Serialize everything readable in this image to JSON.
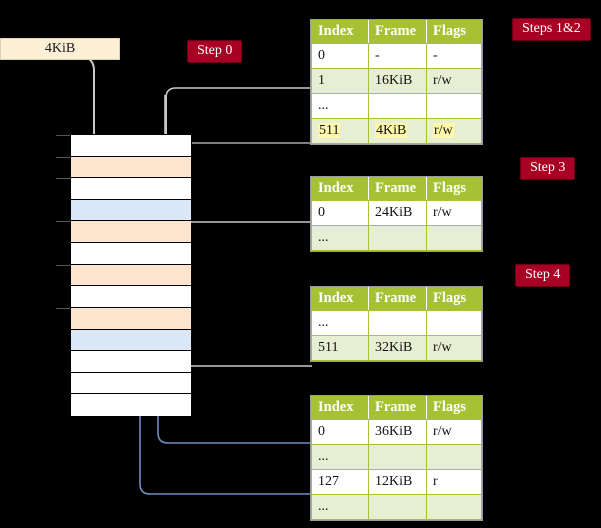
{
  "diagram": {
    "title_context": "Multi-level page table translation walkthrough",
    "source_box": {
      "label": "4KiB"
    },
    "step_badges": [
      {
        "name": "step-0",
        "label": "Step 0"
      },
      {
        "name": "steps-1-2",
        "label": "Steps 1&2"
      },
      {
        "name": "step-3",
        "label": "Step 3"
      },
      {
        "name": "step-4",
        "label": "Step 4"
      }
    ],
    "memory_column": {
      "name": "physical-memory-column",
      "rows": [
        {
          "fill": "#ffffff",
          "tick": true
        },
        {
          "fill": "#fce4ce",
          "tick": true
        },
        {
          "fill": "#ffffff",
          "tick": true
        },
        {
          "fill": "#d9e7f7",
          "tick": false
        },
        {
          "fill": "#fce4ce",
          "tick": true
        },
        {
          "fill": "#ffffff",
          "tick": false
        },
        {
          "fill": "#fce4ce",
          "tick": true
        },
        {
          "fill": "#ffffff",
          "tick": false
        },
        {
          "fill": "#fce4ce",
          "tick": true
        },
        {
          "fill": "#d9e7f7",
          "tick": false
        },
        {
          "fill": "#ffffff",
          "tick": false
        },
        {
          "fill": "#ffffff",
          "tick": false
        },
        {
          "fill": "#ffffff",
          "tick": false
        }
      ]
    },
    "tables": [
      {
        "name": "page-table-level-4",
        "headers": [
          "Index",
          "Frame",
          "Flags"
        ],
        "rows": [
          {
            "style": "plain",
            "highlight": false,
            "cells": [
              "0",
              "-",
              "-"
            ]
          },
          {
            "style": "alt",
            "highlight": false,
            "cells": [
              "1",
              "16KiB",
              "r/w"
            ]
          },
          {
            "style": "plain",
            "highlight": false,
            "cells": [
              "...",
              "",
              ""
            ]
          },
          {
            "style": "alt",
            "highlight": true,
            "cells": [
              "511",
              "4KiB",
              "r/w"
            ]
          }
        ]
      },
      {
        "name": "page-table-level-3",
        "headers": [
          "Index",
          "Frame",
          "Flags"
        ],
        "rows": [
          {
            "style": "plain",
            "highlight": false,
            "cells": [
              "0",
              "24KiB",
              "r/w"
            ]
          },
          {
            "style": "alt",
            "highlight": false,
            "cells": [
              "...",
              "",
              ""
            ]
          }
        ]
      },
      {
        "name": "page-table-level-2",
        "headers": [
          "Index",
          "Frame",
          "Flags"
        ],
        "rows": [
          {
            "style": "plain",
            "highlight": false,
            "cells": [
              "...",
              "",
              ""
            ]
          },
          {
            "style": "alt",
            "highlight": false,
            "cells": [
              "511",
              "32KiB",
              "r/w"
            ]
          }
        ]
      },
      {
        "name": "page-table-level-1",
        "headers": [
          "Index",
          "Frame",
          "Flags"
        ],
        "rows": [
          {
            "style": "plain",
            "highlight": false,
            "cells": [
              "0",
              "36KiB",
              "r/w"
            ]
          },
          {
            "style": "alt",
            "highlight": false,
            "cells": [
              "...",
              "",
              ""
            ]
          },
          {
            "style": "plain",
            "highlight": false,
            "cells": [
              "127",
              "12KiB",
              "r"
            ]
          },
          {
            "style": "alt",
            "highlight": false,
            "cells": [
              "...",
              "",
              ""
            ]
          }
        ]
      }
    ],
    "colors": {
      "background": "#000000",
      "badge": "#a80022",
      "table_header": "#a6c234",
      "table_alt_row": "#e7eed2",
      "highlight": "#fdf9a8",
      "memory_orange": "#fce4ce",
      "memory_blue": "#d9e7f7",
      "source_box": "#fbefd6",
      "wire_gray": "#b9b9b9",
      "wire_blue": "#6c8fc4"
    }
  }
}
